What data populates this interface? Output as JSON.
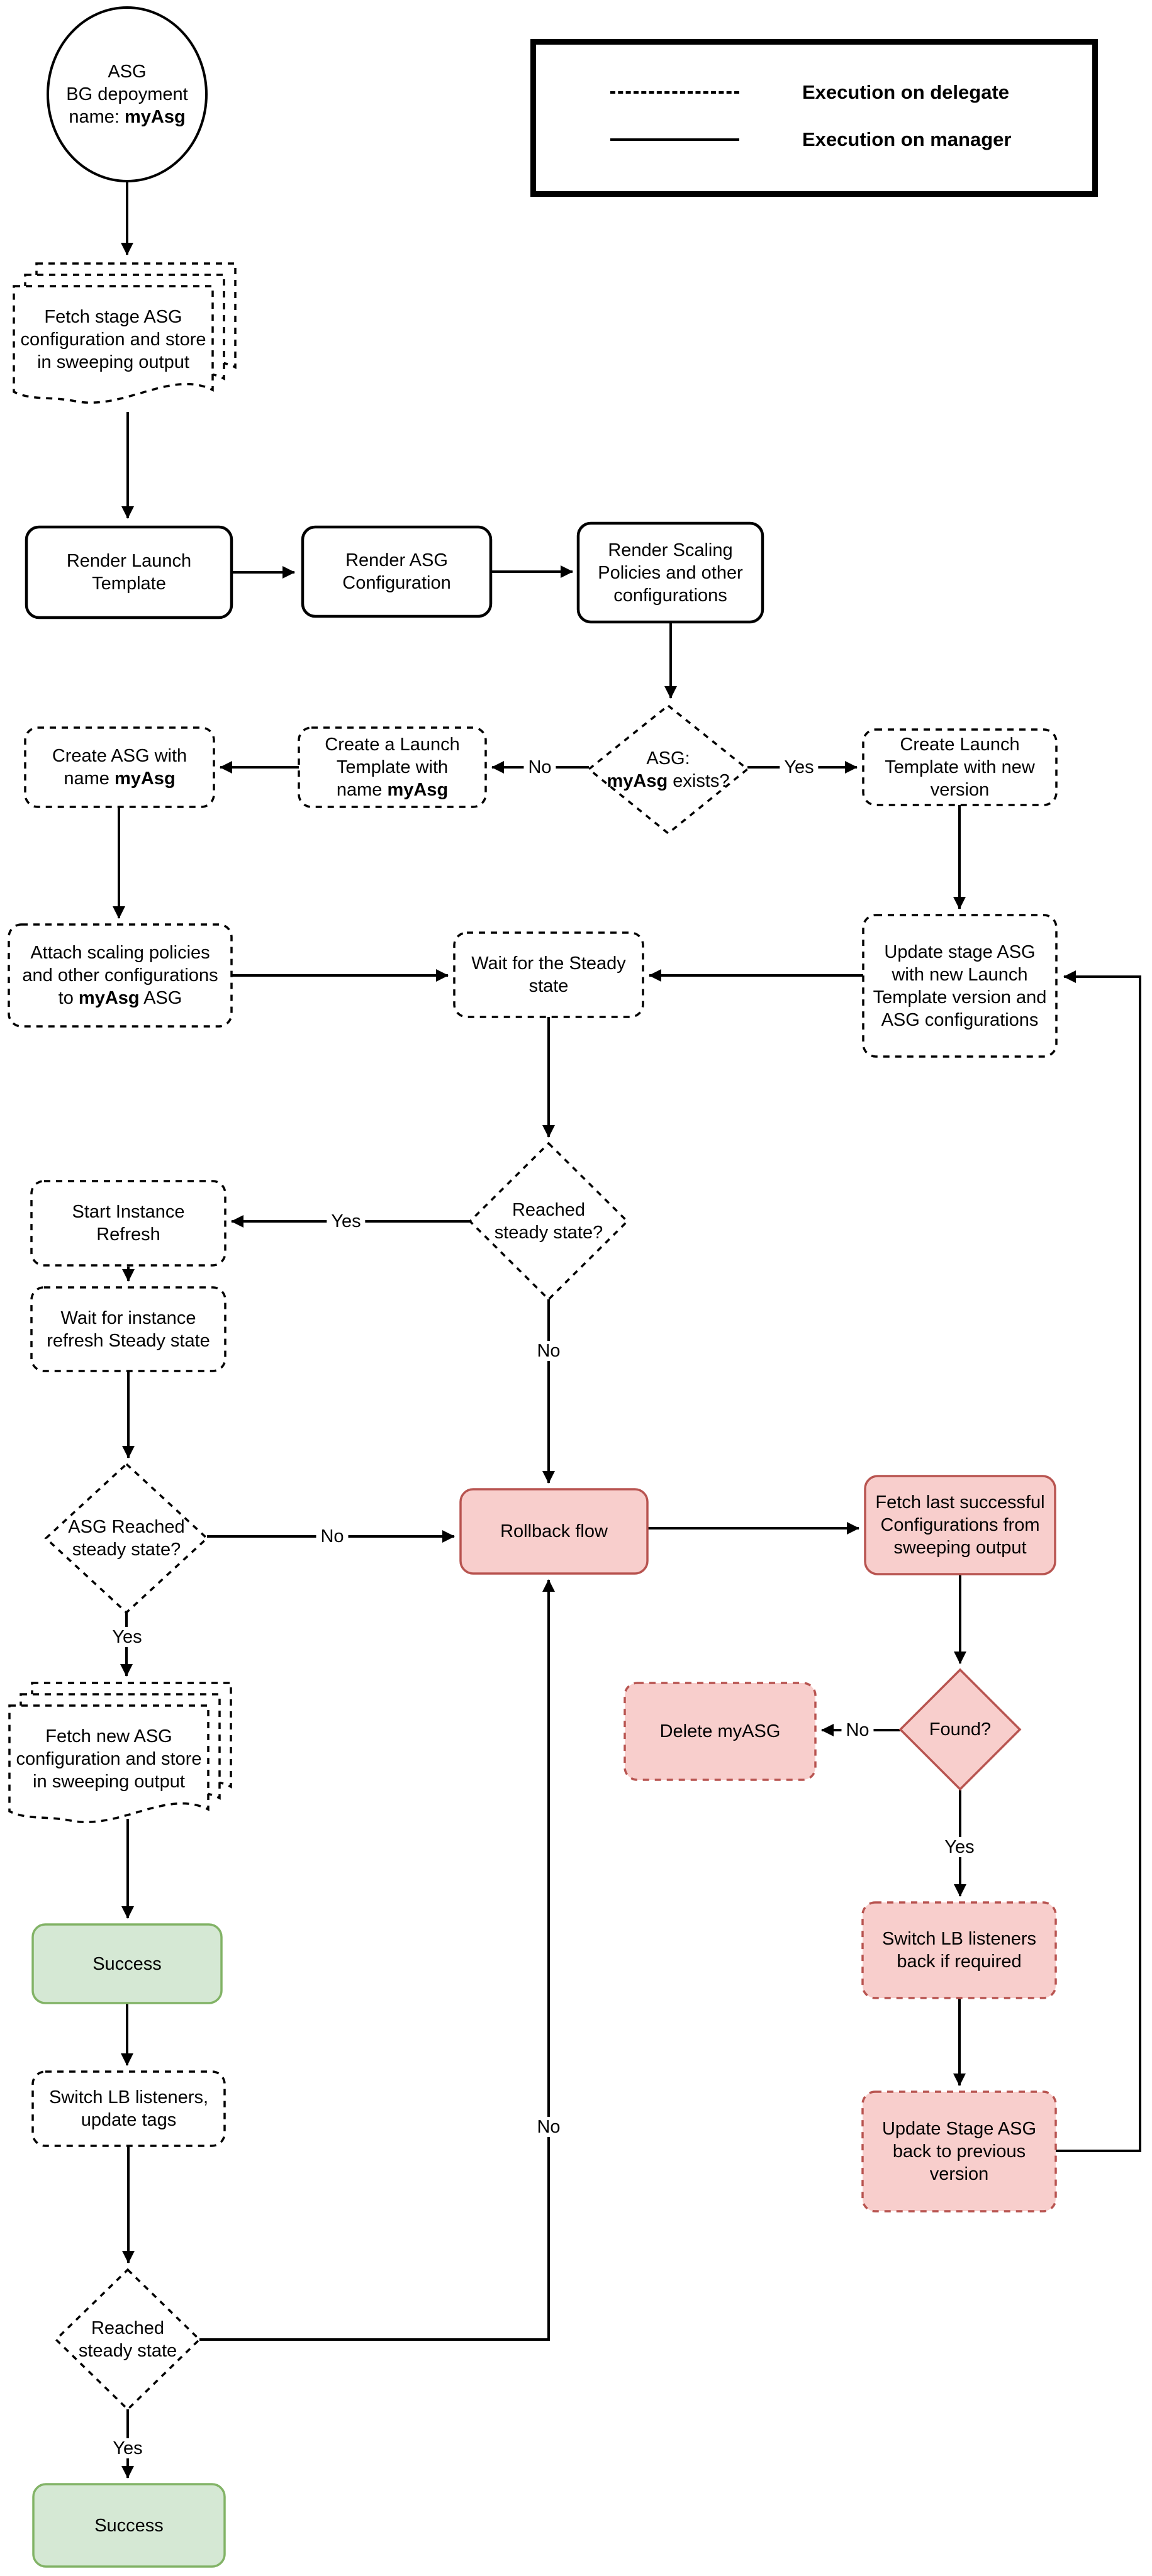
{
  "legend": {
    "delegate": "Execution on delegate",
    "manager": "Execution on manager"
  },
  "colors": {
    "line": "#000000",
    "pink_fill": "#f8cecc",
    "pink_stroke": "#b85450",
    "green_fill": "#d5e8d4",
    "green_stroke": "#82b366",
    "background": "#ffffff"
  },
  "nodes": {
    "start": {
      "l1": "ASG",
      "l2": "BG depoyment",
      "l3_pre": "name: ",
      "l3_b": "myAsg"
    },
    "fetch_stage": {
      "l1": "Fetch stage ASG",
      "l2": "configuration and store",
      "l3": "in sweeping output"
    },
    "render_launch": {
      "l1": "Render Launch",
      "l2": "Template"
    },
    "render_asg": {
      "l1": "Render ASG",
      "l2": "Configuration"
    },
    "render_scaling": {
      "l1": "Render Scaling",
      "l2": "Policies and other",
      "l3": "configurations"
    },
    "asg_exists": {
      "l1": "ASG:",
      "l2_b": "myAsg",
      "l2_post": " exists?"
    },
    "create_lt_new": {
      "l1": "Create Launch",
      "l2": "Template with new",
      "l3": "version"
    },
    "create_a_lt": {
      "l1": "Create a Launch",
      "l2": "Template with",
      "l3_pre": "name ",
      "l3_b": "myAsg"
    },
    "create_asg": {
      "l1": "Create ASG with",
      "l2_pre": "name ",
      "l2_b": "myAsg"
    },
    "attach_scaling": {
      "l1": "Attach scaling policies",
      "l2": "and other configurations",
      "l3_pre": "to ",
      "l3_b": "myAsg",
      "l3_post": " ASG"
    },
    "wait_steady": {
      "l1": "Wait for the Steady",
      "l2": "state"
    },
    "update_stage_asg": {
      "l1": "Update stage ASG",
      "l2": "with new Launch",
      "l3": "Template version and",
      "l4": "ASG configurations"
    },
    "reached_steady_q": {
      "l1": "Reached",
      "l2": "steady state?"
    },
    "start_instance_refresh": {
      "l1": "Start Instance",
      "l2": "Refresh"
    },
    "wait_instance_refresh": {
      "l1": "Wait for instance",
      "l2": "refresh Steady state"
    },
    "asg_reached_q": {
      "l1": "ASG Reached",
      "l2": "steady state?"
    },
    "rollback": {
      "l1": "Rollback flow"
    },
    "fetch_last": {
      "l1": "Fetch last successful",
      "l2": "Configurations from",
      "l3": "sweeping output"
    },
    "found_q": {
      "l1": "Found?"
    },
    "delete_myasg": {
      "l1": "Delete myASG"
    },
    "switch_lb_back": {
      "l1": "Switch LB listeners",
      "l2": "back if required"
    },
    "update_stage_back": {
      "l1": "Update Stage ASG",
      "l2": "back to previous",
      "l3": "version"
    },
    "fetch_new": {
      "l1": "Fetch new ASG",
      "l2": "configuration and store",
      "l3": "in sweeping output"
    },
    "success_1": {
      "l1": "Success"
    },
    "switch_lb_tags": {
      "l1": "Switch LB listeners,",
      "l2": "update tags"
    },
    "reached_steady_2": {
      "l1": "Reached",
      "l2": "steady state"
    },
    "success_2": {
      "l1": "Success"
    }
  },
  "edge_labels": {
    "asg_exists_no": "No",
    "asg_exists_yes": "Yes",
    "reached_steady_yes": "Yes",
    "reached_steady_no": "No",
    "asg_reached_no": "No",
    "asg_reached_yes": "Yes",
    "found_no": "No",
    "found_yes": "Yes",
    "final_reached_yes": "Yes",
    "final_reached_no": "No"
  }
}
